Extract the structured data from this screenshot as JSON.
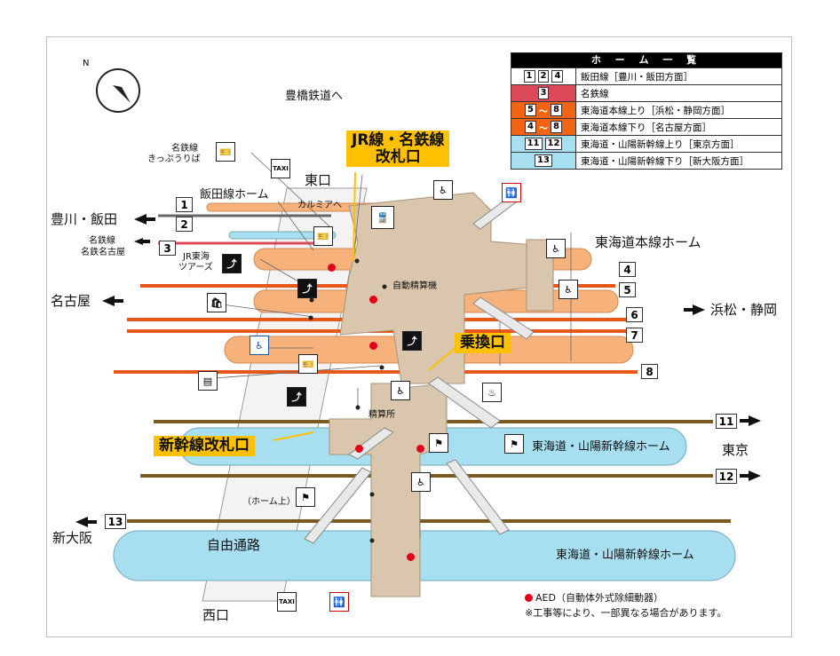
{
  "legend": {
    "title": "ホ ー ム 一 覧",
    "rows": [
      {
        "keys": [
          "1",
          "2",
          "4"
        ],
        "text": "飯田線［豊川・飯田方面］",
        "color": "#ffffff"
      },
      {
        "keys": [
          "3"
        ],
        "text": "名鉄線",
        "color": "#dc4a5a"
      },
      {
        "keys": [
          "5",
          "〜",
          "8"
        ],
        "text": "東海道本線上り［浜松・静岡方面］",
        "color": "#f06414"
      },
      {
        "keys": [
          "4",
          "〜",
          "8"
        ],
        "text": "東海道本線下り［名古屋方面］",
        "color": "#f06414"
      },
      {
        "keys": [
          "11",
          "12"
        ],
        "text": "東海道・山陽新幹線上り［東京方面］",
        "color": "#a8dff0"
      },
      {
        "keys": [
          "13"
        ],
        "text": "東海道・山陽新幹線下り［新大阪方面］",
        "color": "#a8dff0"
      }
    ]
  },
  "labels": {
    "toyohashi_tetsudo": "豊橋鉄道へ",
    "meitetsu_ticket": "名鉄線",
    "meitetsu_ticket2": "きっぷうりば",
    "higashiguchi": "東口",
    "iida_home": "飯田線ホーム",
    "karumia": "カルミアへ",
    "toyokawa_iida": "豊川・飯田",
    "meitetsu_line": "名鉄線",
    "meitetsu_nagoya": "名鉄名古屋",
    "jr_tokai": "JR東海",
    "tsuares": "ツアーズ",
    "jidou_seisanki": "自動精算機",
    "nagoya": "名古屋",
    "tokaido_home": "東海道本線ホーム",
    "hamamatsu": "浜松・静岡",
    "seisanjo": "精算所",
    "shinkansen_home1": "東海道・山陽新幹線ホーム",
    "tokyo": "東京",
    "home_ue": "（ホーム上）",
    "shin_osaka": "新大阪",
    "jiyu_tsuro": "自由通路",
    "shinkansen_home2": "東海道・山陽新幹線ホーム",
    "nishiguchi": "西口",
    "aed_note": "AED（自動体外式除細動器）",
    "construction_note": "※工事等により、一部異なる場合があります。",
    "taxi": "TAXI"
  },
  "callouts": {
    "jr_meitetsu": "JR線・名鉄線\n改札口",
    "norikae": "乗換口",
    "shinkansen": "新幹線改札口"
  },
  "platform_numbers": [
    "1",
    "2",
    "3",
    "4",
    "5",
    "6",
    "7",
    "8",
    "11",
    "12",
    "13"
  ],
  "colors": {
    "orange_platform": "#f7b27c",
    "orange_track": "#e8561a",
    "blue_platform": "#a8dff0",
    "concourse": "#d9c6ad",
    "callout": "#ffc000",
    "aed": "#e3001b",
    "meitetsu": "#dc4a5a"
  },
  "icons": [
    "compass-icon",
    "ticket-machine-icon",
    "taxi-icon",
    "train-icon",
    "escalator-icon",
    "restroom-icon",
    "accessible-elevator-icon",
    "wheelchair-icon",
    "shop-icon",
    "locker-icon",
    "waiting-room-icon",
    "baggage-icon"
  ]
}
